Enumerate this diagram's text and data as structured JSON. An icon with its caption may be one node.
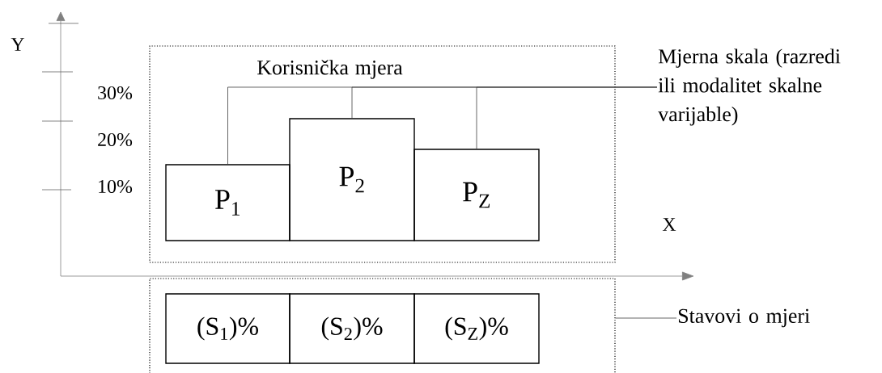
{
  "diagram": {
    "nodes": [
      {
        "text": [
          "Korisnička mjera"
        ]
      },
      {
        "text": [
          "P$_{1}$"
        ],
        "in": 0
      },
      {
        "text": [
          "P$_{2}$"
        ],
        "in": 0
      },
      {
        "text": [
          "P$_{Z}$"
        ],
        "in": 0
      },
      {
        "text": [
          "Mjerna skala (razredi ili modalitet skalne varijable)"
        ]
      },
      {
        "text": [],
        "shape": "box"
      },
      {
        "text": [
          "(S$_{1}$)%"
        ],
        "in": 5
      },
      {
        "text": [
          "(S$_{2}$)%"
        ],
        "in": 5
      },
      {
        "text": [
          "(S$_{Z}$)%"
        ],
        "in": 5
      },
      {
        "text": [
          "Stavovi o mjeri"
        ]
      }
    ],
    "edges": [
      {
        "from": 1,
        "to": 4,
        "arrow": "none"
      },
      {
        "from": 2,
        "to": 4,
        "arrow": "none"
      },
      {
        "from": 3,
        "to": 4,
        "arrow": "none"
      },
      {
        "from": 5,
        "to": 9,
        "arrow": "none"
      }
    ],
    "labels": [
      "Y",
      "30%",
      "20%",
      "10%",
      "X"
    ]
  }
}
